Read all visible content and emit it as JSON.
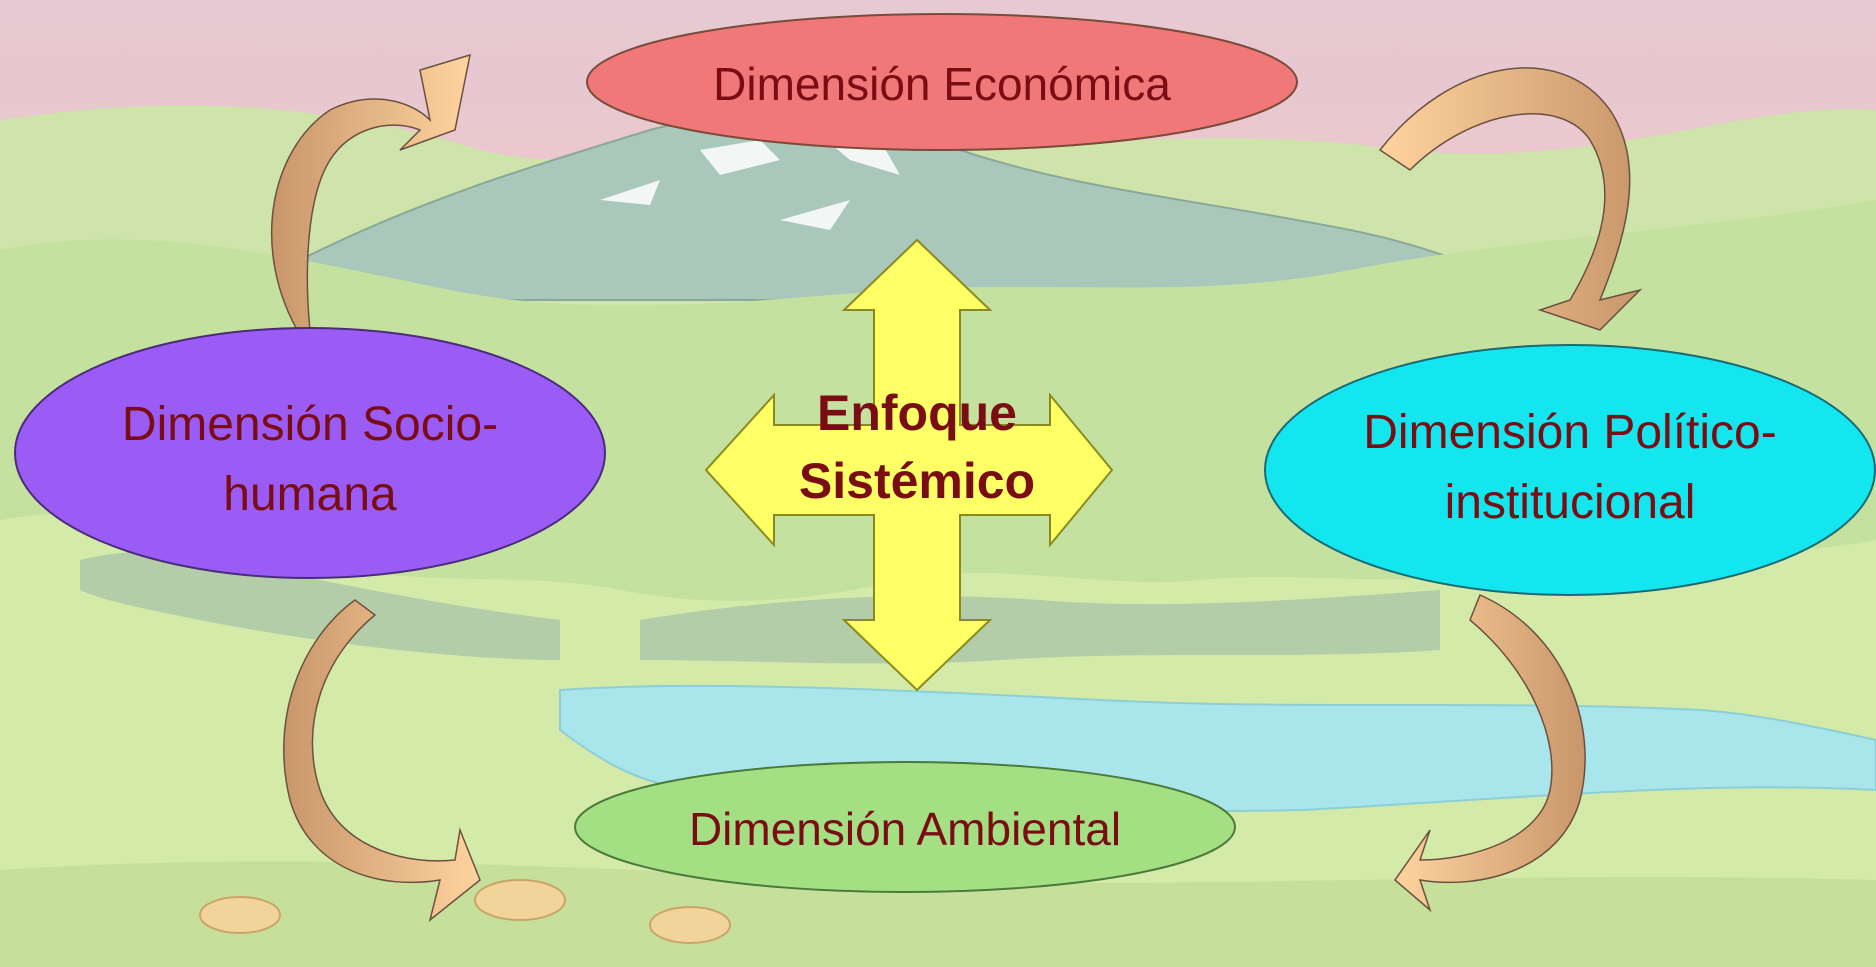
{
  "diagram": {
    "center": {
      "line1": "Enfoque",
      "line2": "Sistémico"
    },
    "nodes": {
      "economica": {
        "label": "Dimensión Económica",
        "fill": "#f07878"
      },
      "sociohumana": {
        "line1": "Dimensión Socio-",
        "line2": "humana",
        "fill": "#9b5cf5"
      },
      "politico": {
        "line1": "Dimensión Político-",
        "line2": "institucional",
        "fill": "#14e6f0"
      },
      "ambiental": {
        "label": "Dimensión Ambiental",
        "fill": "#a5df84"
      }
    },
    "colors": {
      "text": "#7a0d14",
      "center_fill": "#ffff66",
      "arrow_light": "#ffc98a",
      "arrow_dark": "#c89464",
      "sky": "#f0c6c8",
      "grass": "#cfe6a6",
      "mountain": "#a9c4b6",
      "lake": "#a9e6ec"
    }
  }
}
